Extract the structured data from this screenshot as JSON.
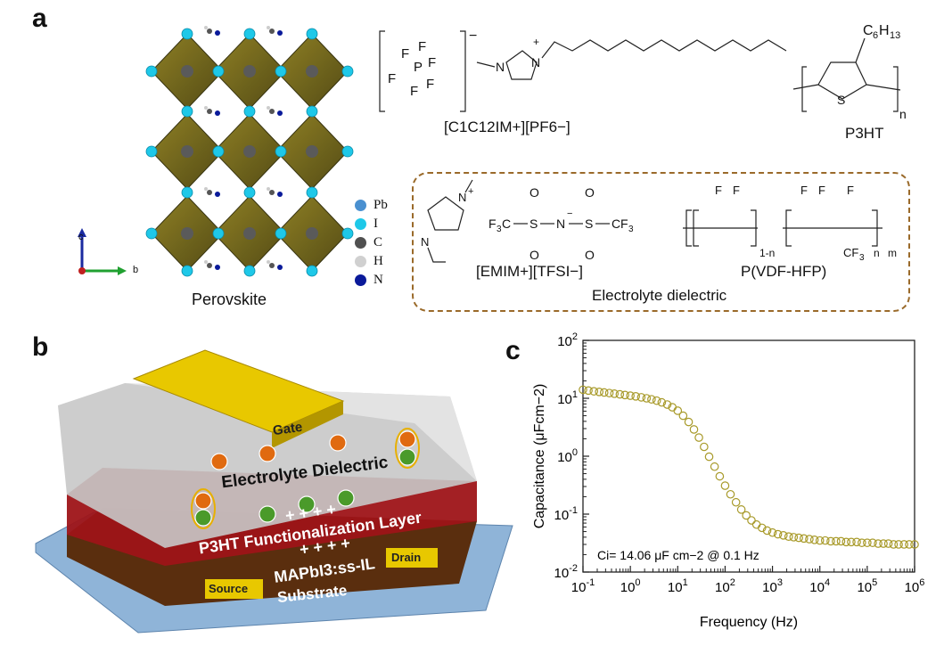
{
  "panels": {
    "a": "a",
    "b": "b",
    "c": "c"
  },
  "panel_a": {
    "perovskite_label": "Perovskite",
    "axes": {
      "c": "c",
      "b": "b"
    },
    "legend": [
      {
        "label": "Pb",
        "color": "#4a90d0"
      },
      {
        "label": "I",
        "color": "#1ec8e8"
      },
      {
        "label": "C",
        "color": "#505050"
      },
      {
        "label": "H",
        "color": "#d0d0d0"
      },
      {
        "label": "N",
        "color": "#0a1a9a"
      }
    ],
    "ionic_liquid_label": "[C1C12IM+][PF6−]",
    "polymer_label": "P3HT",
    "electrolyte": {
      "box_title": "Electrolyte dielectric",
      "il_label": "[EMIM+][TFSI−]",
      "polymer_label": "P(VDF-HFP)"
    }
  },
  "panel_b": {
    "gate": "Gate",
    "dielectric": "Electrolyte Dielectric",
    "p3ht": "P3HT Functionalization Layer",
    "mapbi": "MAPbI3:ss-IL",
    "substrate": "Substrate",
    "source": "Source",
    "drain": "Drain",
    "plus_row_upper": "+ + + +",
    "plus_row_lower": "+ + + +"
  },
  "chart_data": {
    "type": "scatter",
    "xlabel": "Frequency (Hz)",
    "ylabel": "Capacitance (μFcm−2)",
    "xscale": "log",
    "yscale": "log",
    "xlim": [
      0.1,
      1000000
    ],
    "ylim": [
      0.01,
      100
    ],
    "xticks": [
      "10-1",
      "100",
      "101",
      "102",
      "103",
      "104",
      "105",
      "106"
    ],
    "yticks": [
      "10-2",
      "10-1",
      "100",
      "101",
      "102"
    ],
    "annotation": "Ci= 14.06 μF cm−2 @ 0.1 Hz",
    "marker_color": "#a89a2a",
    "x": [
      0.1,
      0.13,
      0.17,
      0.22,
      0.28,
      0.36,
      0.46,
      0.6,
      0.77,
      1,
      1.3,
      1.7,
      2.2,
      2.8,
      3.6,
      4.6,
      6,
      7.7,
      10,
      13,
      17,
      22,
      28,
      36,
      46,
      60,
      77,
      100,
      130,
      170,
      220,
      280,
      360,
      460,
      600,
      770,
      1000,
      1300,
      1700,
      2200,
      2800,
      3600,
      4600,
      6000,
      7700,
      10000,
      13000,
      17000,
      22000,
      28000,
      36000,
      46000,
      60000,
      77000,
      100000,
      130000,
      170000,
      220000,
      280000,
      360000,
      460000,
      600000,
      770000,
      1000000
    ],
    "y": [
      14.06,
      13.6,
      13.2,
      12.9,
      12.6,
      12.3,
      12.0,
      11.7,
      11.4,
      11.1,
      10.8,
      10.4,
      10.0,
      9.6,
      9.1,
      8.5,
      7.8,
      7.0,
      6.1,
      5.0,
      3.9,
      2.9,
      2.1,
      1.45,
      0.98,
      0.66,
      0.45,
      0.31,
      0.22,
      0.16,
      0.12,
      0.095,
      0.078,
      0.066,
      0.058,
      0.052,
      0.048,
      0.045,
      0.043,
      0.041,
      0.04,
      0.039,
      0.038,
      0.037,
      0.036,
      0.035,
      0.035,
      0.034,
      0.034,
      0.034,
      0.033,
      0.033,
      0.033,
      0.032,
      0.032,
      0.032,
      0.031,
      0.031,
      0.031,
      0.03,
      0.03,
      0.03,
      0.03,
      0.03
    ]
  }
}
